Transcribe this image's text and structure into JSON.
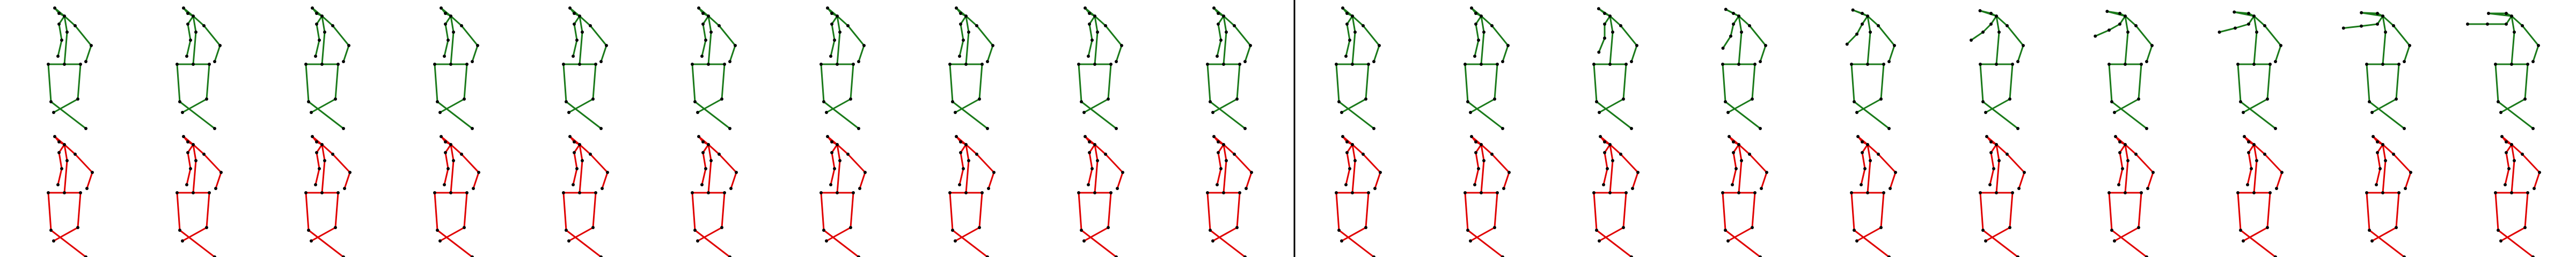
{
  "colors": {
    "background": "#ffffff",
    "top_row": "#1a7a1a",
    "bottom_row": "#e00000",
    "divider": "#000000",
    "joint": "#000000"
  },
  "figure_rows": [
    {
      "name": "top-row",
      "color_key": "top_row",
      "count": 20
    },
    {
      "name": "bottom-row",
      "color_key": "bottom_row",
      "count": 20
    }
  ],
  "divider": {
    "after_frame": 10
  }
}
